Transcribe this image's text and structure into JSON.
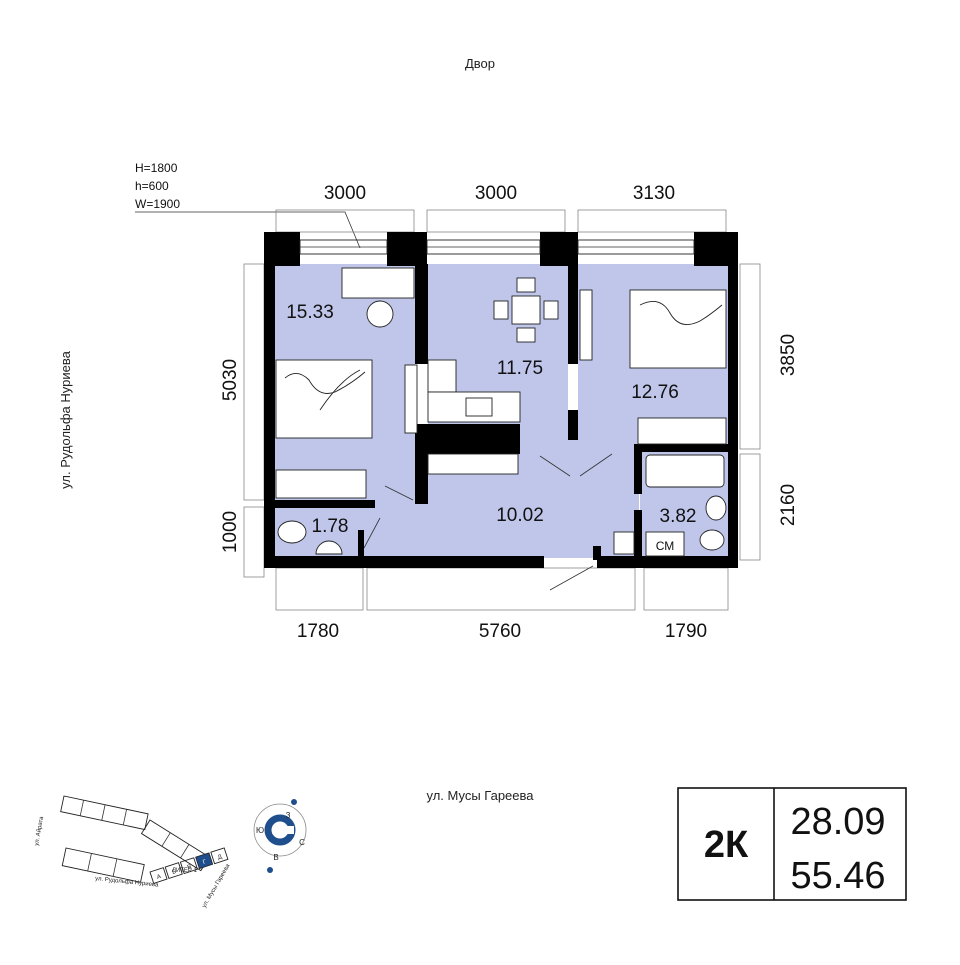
{
  "labels": {
    "yard": "Двор",
    "window_spec": [
      "H=1800",
      "h=600",
      "W=1900"
    ],
    "street_left": "ул. Рудольфа Нуриева",
    "street_bottom": "ул. Мусы Гареева"
  },
  "dimensions": {
    "top": [
      "3000",
      "3000",
      "3130"
    ],
    "bottom": [
      "1780",
      "5760",
      "1790"
    ],
    "left": [
      "5030",
      "1000"
    ],
    "right": [
      "3850",
      "2160"
    ]
  },
  "rooms": {
    "bedroom1": "15.33",
    "kitchen": "11.75",
    "bedroom2": "12.76",
    "toilet": "1.78",
    "hall": "10.02",
    "bath": "3.82"
  },
  "fixtures": {
    "washer": "СМ"
  },
  "site_plan": {
    "litera": "ЛИТЕР 1",
    "sections": [
      "А",
      "Б",
      "В",
      "Г",
      "Д"
    ],
    "street_a": "ул. Айрата",
    "street_b": "ул. Рудольфа Нуриева",
    "street_c": "ул. Мусы Гареева",
    "compass": [
      "З",
      "Ю",
      "С",
      "В"
    ]
  },
  "summary": {
    "type": "2К",
    "living_area": "28.09",
    "total_area": "55.46"
  },
  "colors": {
    "room_fill": "#bfc6ea",
    "wall": "#000000",
    "accent": "#1f4e8c"
  }
}
